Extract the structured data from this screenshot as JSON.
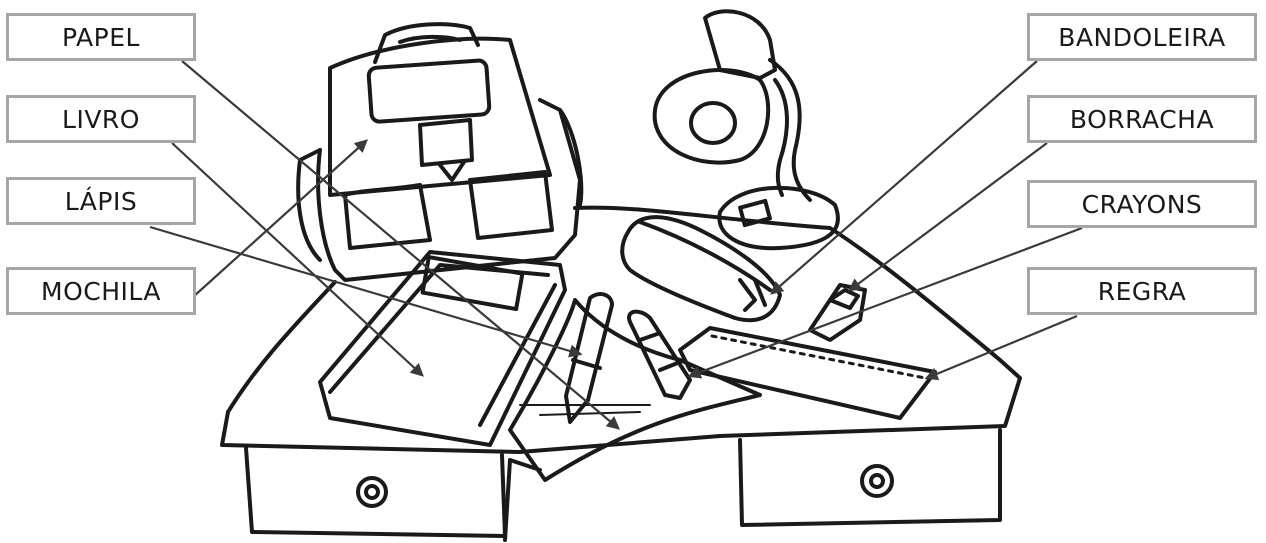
{
  "labels": {
    "papel": "PAPEL",
    "livro": "LIVRO",
    "lapis": "LÁPIS",
    "mochila": "MOCHILA",
    "bandoleira": "BANDOLEIRA",
    "borracha": "BORRACHA",
    "crayons": "CRAYONS",
    "regra": "REGRA"
  },
  "colors": {
    "label_border": "#a6a6a6",
    "line": "#1a1a1a",
    "arrow": "#3a3a3a"
  }
}
